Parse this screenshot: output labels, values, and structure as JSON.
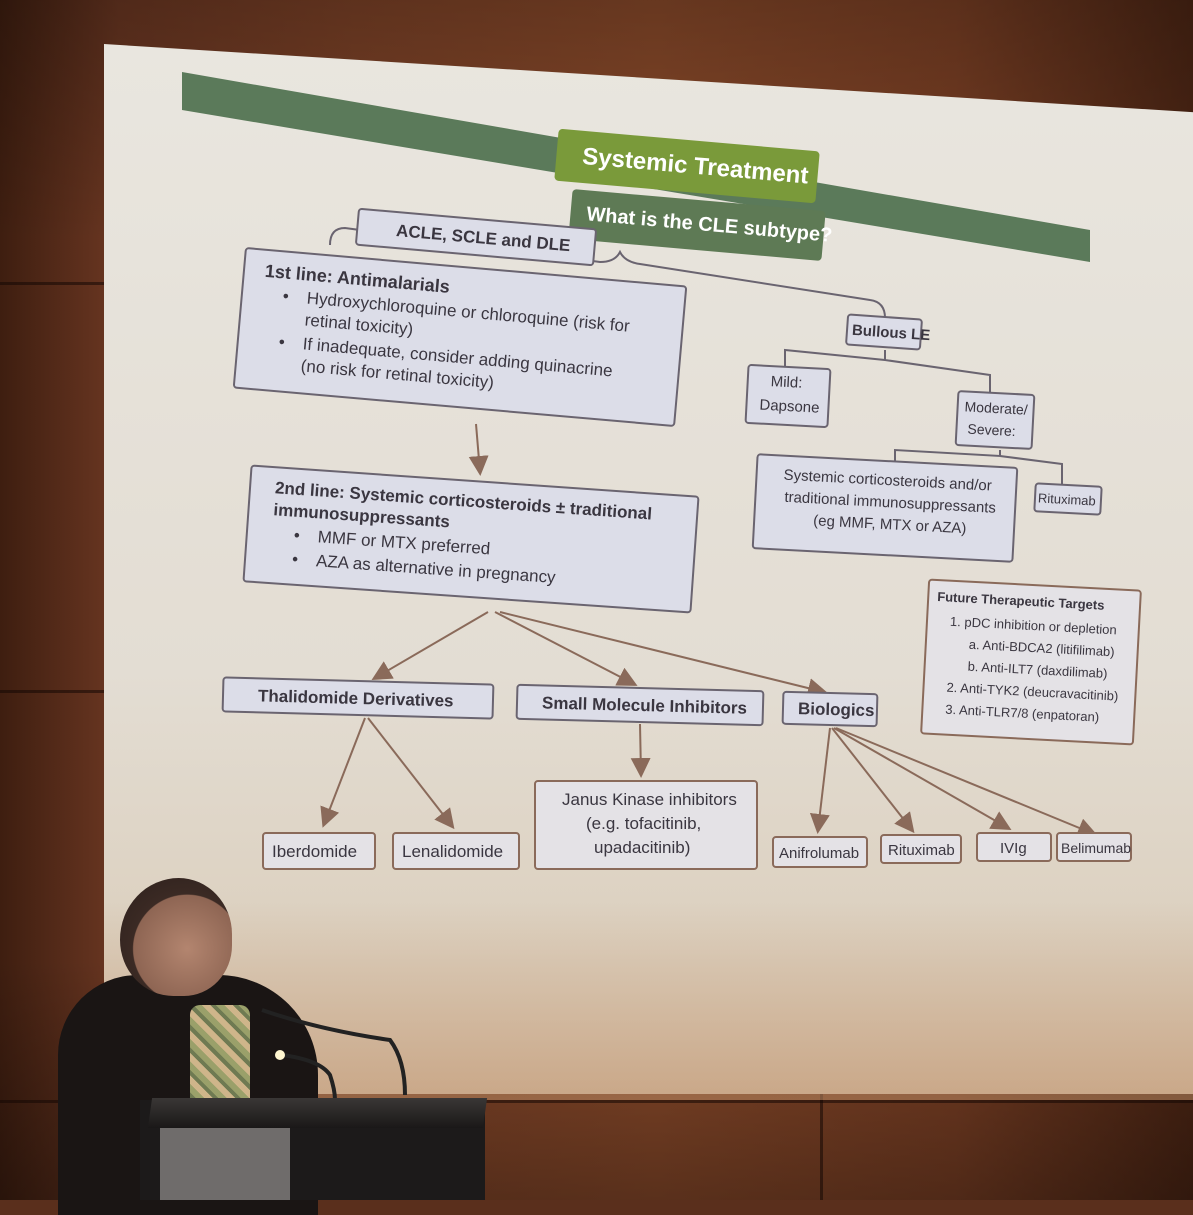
{
  "slide": {
    "title": "Systemic Treatment",
    "question": "What is the CLE subtype?",
    "branch_left": "ACLE, SCLE and DLE",
    "first_line": {
      "heading": "1st line: Antimalarials",
      "bullets": [
        "Hydroxychloroquine or chloroquine (risk for",
        "retinal toxicity)",
        "If inadequate, consider adding quinacrine",
        "(no risk for retinal toxicity)"
      ]
    },
    "second_line": {
      "heading_1": "2nd line: Systemic corticosteroids ± traditional",
      "heading_2": "immunosuppressants",
      "bullets": [
        "MMF or MTX preferred",
        "AZA as alternative in pregnancy"
      ]
    },
    "thalidomide": "Thalidomide Derivatives",
    "small_molecule": "Small Molecule Inhibitors",
    "biologics": "Biologics",
    "iberdomide": "Iberdomide",
    "lenalidomide": "Lenalidomide",
    "jak": [
      "Janus Kinase inhibitors",
      "(e.g. tofacitinib,",
      "upadacitinib)"
    ],
    "anifrolumab": "Anifrolumab",
    "rituximab_bio": "Rituximab",
    "ivig": "IVIg",
    "belimumab": "Belimumab",
    "bullous": "Bullous LE",
    "mild": [
      "Mild:",
      "Dapsone"
    ],
    "moderate": [
      "Moderate/",
      "Severe:"
    ],
    "systemic_bullous": [
      "Systemic corticosteroids and/or",
      "traditional immunosuppressants",
      "(eg MMF, MTX or AZA)"
    ],
    "rituximab_bullous": "Rituximab",
    "future": {
      "heading": "Future Therapeutic Targets",
      "lines": [
        "1.  pDC inhibition or depletion",
        "a.  Anti-BDCA2 (litifilimab)",
        "b.  Anti-ILT7 (daxdilimab)",
        "2.  Anti-TYK2 (deucravacitinib)",
        "3.  Anti-TLR7/8 (enpatoran)"
      ]
    },
    "colors": {
      "header_bar": "#5b7a5a",
      "title_green": "#7a9a3a",
      "question_green": "#5e7a55",
      "box_fill": "#dcdde8",
      "box_border": "#6a6470",
      "arrow": "#8a6a5a"
    }
  }
}
